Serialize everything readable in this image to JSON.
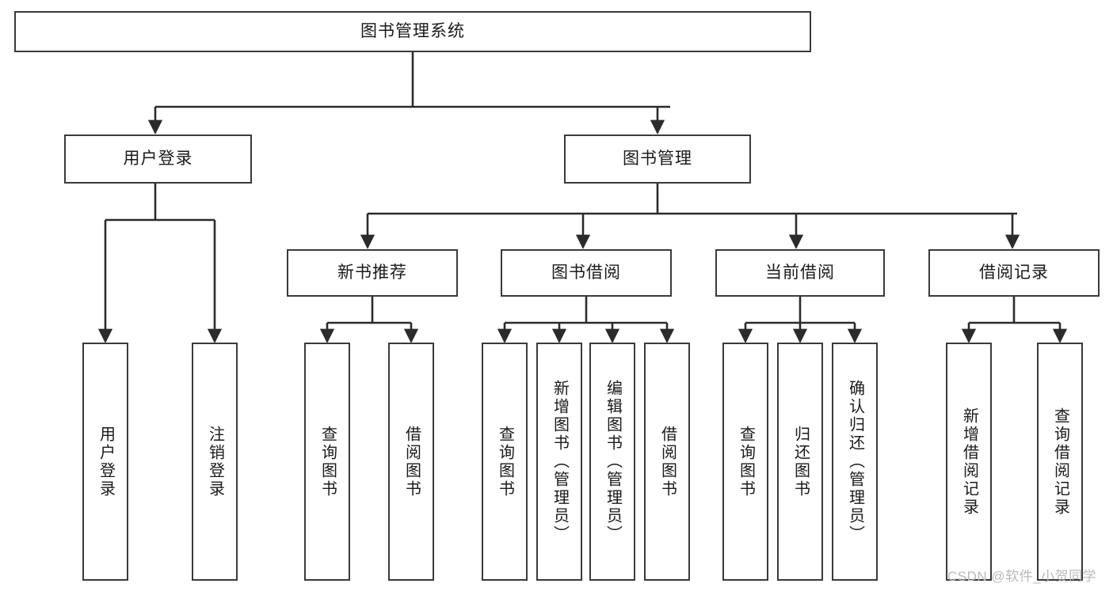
{
  "diagram": {
    "type": "tree-hierarchy",
    "title": "图书管理系统",
    "watermark": "CSDN @软件_小贺同学",
    "colors": {
      "box_border": "#3a3a3a",
      "box_fill": "#ffffff",
      "edge": "#2b2b2b",
      "text": "#1a1a1a",
      "watermark": "#b9b9b9",
      "background": "#ffffff"
    },
    "levels": [
      {
        "level": 1,
        "nodes": [
          {
            "id": "root",
            "label": "图书管理系统",
            "orientation": "horizontal"
          }
        ]
      },
      {
        "level": 2,
        "nodes": [
          {
            "id": "login",
            "label": "用户登录",
            "orientation": "horizontal",
            "parent": "root"
          },
          {
            "id": "bookmgmt",
            "label": "图书管理",
            "orientation": "horizontal",
            "parent": "root"
          }
        ]
      },
      {
        "level": 3,
        "nodes": [
          {
            "id": "newbook",
            "label": "新书推荐",
            "orientation": "horizontal",
            "parent": "bookmgmt"
          },
          {
            "id": "borrow",
            "label": "图书借阅",
            "orientation": "horizontal",
            "parent": "bookmgmt"
          },
          {
            "id": "current",
            "label": "当前借阅",
            "orientation": "horizontal",
            "parent": "bookmgmt"
          },
          {
            "id": "records",
            "label": "借阅记录",
            "orientation": "horizontal",
            "parent": "bookmgmt"
          }
        ]
      },
      {
        "level": 4,
        "nodes": [
          {
            "id": "leaf1",
            "label": "用户登录",
            "orientation": "vertical",
            "parent": "login"
          },
          {
            "id": "leaf2",
            "label": "注销登录",
            "orientation": "vertical",
            "parent": "login"
          },
          {
            "id": "leaf3",
            "label": "查询图书",
            "orientation": "vertical",
            "parent": "newbook"
          },
          {
            "id": "leaf4",
            "label": "借阅图书",
            "orientation": "vertical",
            "parent": "newbook"
          },
          {
            "id": "leaf5",
            "label": "查询图书",
            "orientation": "vertical",
            "parent": "borrow"
          },
          {
            "id": "leaf6",
            "label": "新增图书（管理员）",
            "orientation": "vertical",
            "parent": "borrow"
          },
          {
            "id": "leaf7",
            "label": "编辑图书（管理员）",
            "orientation": "vertical",
            "parent": "borrow"
          },
          {
            "id": "leaf8",
            "label": "借阅图书",
            "orientation": "vertical",
            "parent": "borrow"
          },
          {
            "id": "leaf9",
            "label": "查询图书",
            "orientation": "vertical",
            "parent": "current"
          },
          {
            "id": "leaf10",
            "label": "归还图书",
            "orientation": "vertical",
            "parent": "current"
          },
          {
            "id": "leaf11",
            "label": "确认归还（管理员）",
            "orientation": "vertical",
            "parent": "current"
          },
          {
            "id": "leaf12",
            "label": "新增借阅记录",
            "orientation": "vertical",
            "parent": "records"
          },
          {
            "id": "leaf13",
            "label": "查询借阅记录",
            "orientation": "vertical",
            "parent": "records"
          }
        ]
      }
    ]
  }
}
